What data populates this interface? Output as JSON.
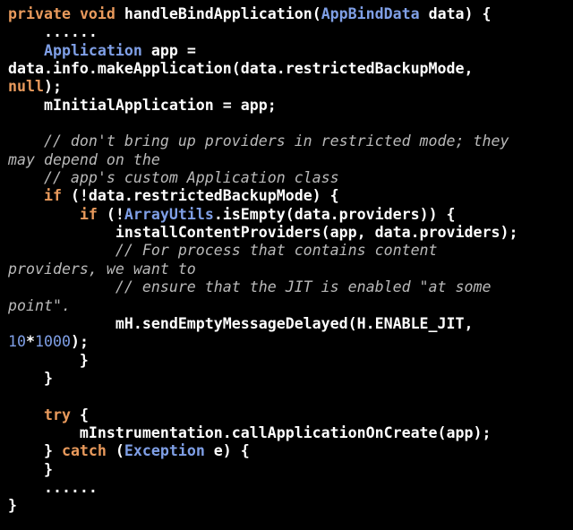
{
  "colors": {
    "background": "#000000",
    "plain": "#ffffff",
    "keyword": "#e99a5c",
    "type": "#7f9fe6",
    "comment": "#b9b9b9",
    "number": "#7f9fe6"
  },
  "code_lines": [
    [
      {
        "t": "kw",
        "s": "private"
      },
      {
        "t": "pl",
        "s": " "
      },
      {
        "t": "kw",
        "s": "void"
      },
      {
        "t": "pl",
        "s": " handleBindApplication("
      },
      {
        "t": "type",
        "s": "AppBindData"
      },
      {
        "t": "pl",
        "s": " data) {"
      }
    ],
    [
      {
        "t": "pl",
        "s": "    ......"
      }
    ],
    [
      {
        "t": "pl",
        "s": "    "
      },
      {
        "t": "type",
        "s": "Application"
      },
      {
        "t": "pl",
        "s": " app ="
      }
    ],
    [
      {
        "t": "pl",
        "s": "data.info.makeApplication(data.restrictedBackupMode,"
      }
    ],
    [
      {
        "t": "kw",
        "s": "null"
      },
      {
        "t": "pl",
        "s": ");"
      }
    ],
    [
      {
        "t": "pl",
        "s": "    mInitialApplication = app;"
      }
    ],
    [
      {
        "t": "pl",
        "s": ""
      }
    ],
    [
      {
        "t": "cm",
        "s": "    // don't bring up providers in restricted mode; they"
      }
    ],
    [
      {
        "t": "cm",
        "s": "may depend on the"
      }
    ],
    [
      {
        "t": "cm",
        "s": "    // app's custom Application class"
      }
    ],
    [
      {
        "t": "pl",
        "s": "    "
      },
      {
        "t": "kw",
        "s": "if"
      },
      {
        "t": "pl",
        "s": " (!data.restrictedBackupMode) {"
      }
    ],
    [
      {
        "t": "pl",
        "s": "        "
      },
      {
        "t": "kw",
        "s": "if"
      },
      {
        "t": "pl",
        "s": " (!"
      },
      {
        "t": "type",
        "s": "ArrayUtils"
      },
      {
        "t": "pl",
        "s": ".isEmpty(data.providers)) {"
      }
    ],
    [
      {
        "t": "pl",
        "s": "            installContentProviders(app, data.providers);"
      }
    ],
    [
      {
        "t": "cm",
        "s": "            // For process that contains content"
      }
    ],
    [
      {
        "t": "cm",
        "s": "providers, we want to"
      }
    ],
    [
      {
        "t": "cm",
        "s": "            // ensure that the JIT is enabled \"at some"
      }
    ],
    [
      {
        "t": "cm",
        "s": "point\"."
      }
    ],
    [
      {
        "t": "pl",
        "s": "            mH.sendEmptyMessageDelayed(H.ENABLE_JIT,"
      }
    ],
    [
      {
        "t": "num",
        "s": "10"
      },
      {
        "t": "pl",
        "s": "*"
      },
      {
        "t": "num",
        "s": "1000"
      },
      {
        "t": "pl",
        "s": ");"
      }
    ],
    [
      {
        "t": "pl",
        "s": "        }"
      }
    ],
    [
      {
        "t": "pl",
        "s": "    }"
      }
    ],
    [
      {
        "t": "pl",
        "s": ""
      }
    ],
    [
      {
        "t": "pl",
        "s": "    "
      },
      {
        "t": "kw",
        "s": "try"
      },
      {
        "t": "pl",
        "s": " {"
      }
    ],
    [
      {
        "t": "pl",
        "s": "        mInstrumentation.callApplicationOnCreate(app);"
      }
    ],
    [
      {
        "t": "pl",
        "s": "    } "
      },
      {
        "t": "kw",
        "s": "catch"
      },
      {
        "t": "pl",
        "s": " ("
      },
      {
        "t": "type",
        "s": "Exception"
      },
      {
        "t": "pl",
        "s": " e) {"
      }
    ],
    [
      {
        "t": "pl",
        "s": "    }"
      }
    ],
    [
      {
        "t": "pl",
        "s": "    ......"
      }
    ],
    [
      {
        "t": "pl",
        "s": "}"
      }
    ]
  ]
}
